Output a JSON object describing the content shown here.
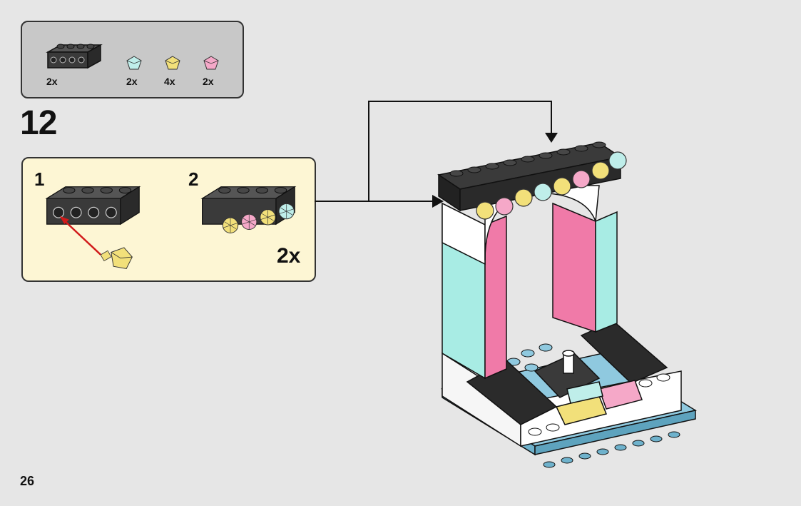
{
  "parts": {
    "items": [
      {
        "name": "black-1x4-brick-with-side-studs",
        "qty": "2x"
      },
      {
        "name": "light-aqua-diamond",
        "qty": "2x",
        "color": "#bfeeea"
      },
      {
        "name": "yellow-diamond",
        "qty": "4x",
        "color": "#f2e07a"
      },
      {
        "name": "pink-diamond",
        "qty": "2x",
        "color": "#f5a8c8"
      }
    ]
  },
  "step": {
    "number": "12"
  },
  "substeps": {
    "step1_label": "1",
    "step2_label": "2",
    "multiplier": "2x"
  },
  "colors": {
    "brick_black": "#3a3a3a",
    "diamond_aqua": "#bfeeea",
    "diamond_yellow": "#f2e07a",
    "diamond_pink": "#f5a8c8",
    "panel_pink": "#f07aa8",
    "panel_aqua": "#a8ece4",
    "base_blue": "#8fc9df",
    "arrow_red": "#d11a1a"
  },
  "page": {
    "number": "26"
  }
}
